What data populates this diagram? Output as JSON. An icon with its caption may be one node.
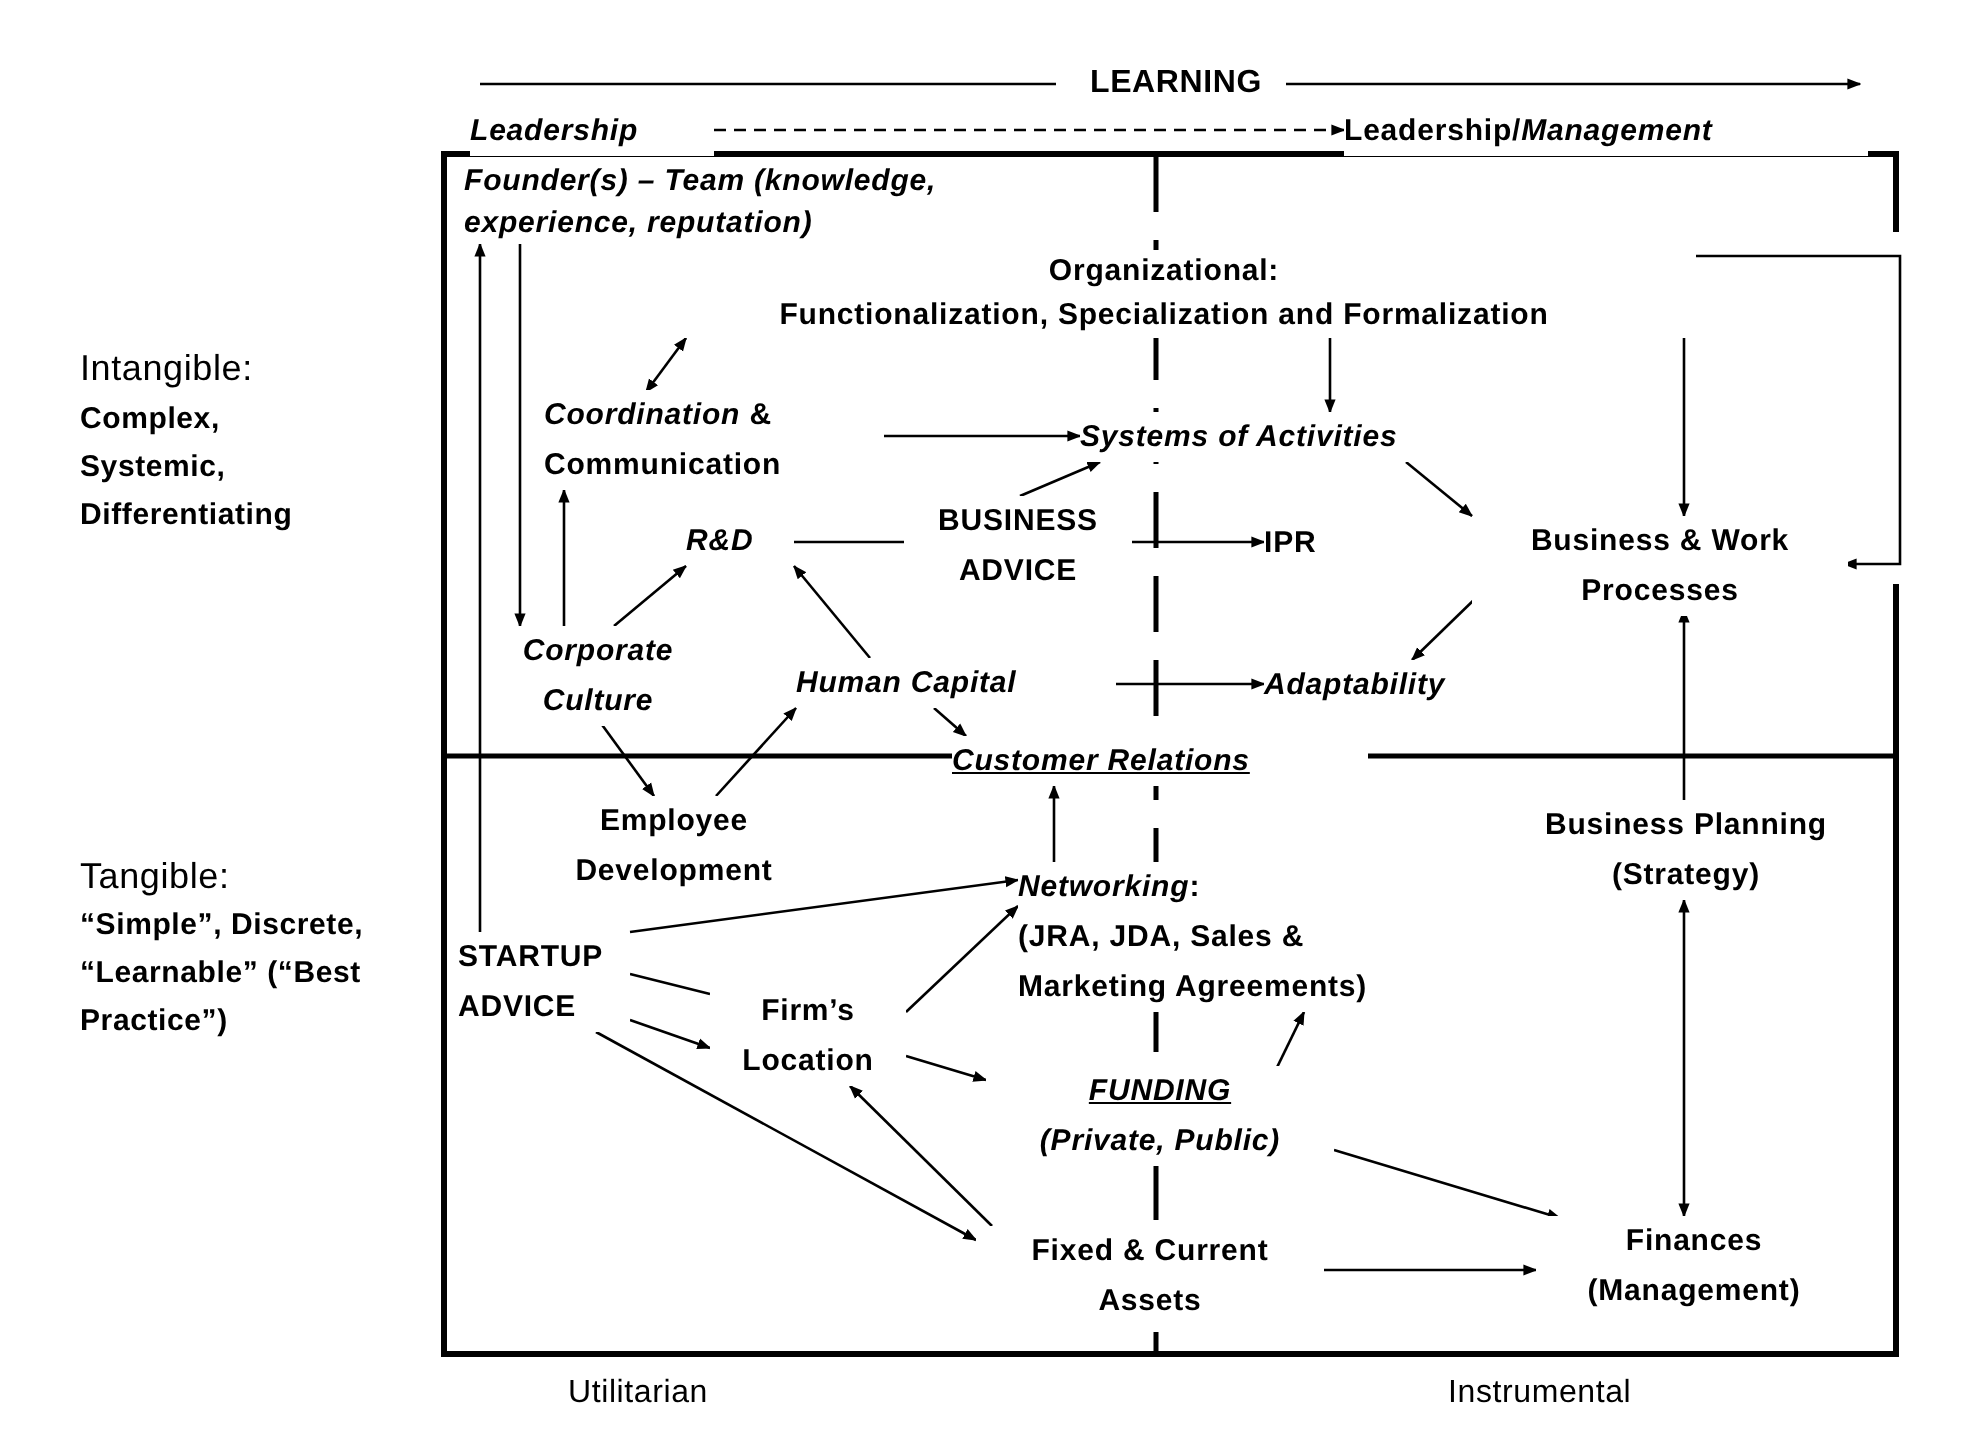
{
  "diagram": {
    "nodes": [
      {
        "text": [
          "Founder(s) – Team (knowledge, experience, reputation)"
        ]
      },
      {
        "text": [
          "Organizational:",
          "Functionalization, Specialization and Formalization"
        ]
      },
      {
        "text": [
          "*Coordination* & Communication"
        ]
      },
      {
        "text": [
          "Systems of Activities"
        ]
      },
      {
        "text": [
          "R&D"
        ]
      },
      {
        "text": [
          "BUSINESS ADVICE"
        ]
      },
      {
        "text": [
          "IPR"
        ]
      },
      {
        "text": [
          "Business & Work Processes"
        ]
      },
      {
        "text": [
          "Corporate Culture"
        ]
      },
      {
        "text": [
          "Human Capital"
        ]
      },
      {
        "text": [
          "Adaptability"
        ]
      },
      {
        "text": [
          "Customer Relations"
        ]
      },
      {
        "text": [
          "Employee Development"
        ]
      },
      {
        "text": [
          "Business Planning (Strategy)"
        ]
      },
      {
        "text": [
          "*Networking*:",
          "(JRA, JDA, Sales & Marketing Agreements)"
        ]
      },
      {
        "text": [
          "STARTUP ADVICE"
        ]
      },
      {
        "text": [
          "Firm’s Location"
        ]
      },
      {
        "text": [
          "FUNDING",
          "(Private, Public)"
        ]
      },
      {
        "text": [
          "Fixed & Current Assets"
        ]
      },
      {
        "text": [
          "Finances (Management)"
        ]
      },
      {
        "text": [
          "Leadership"
        ]
      },
      {
        "text": [
          "Leadership/*Management*"
        ]
      }
    ],
    "edges": [
      {
        "from": 0,
        "to": 8,
        "arrow": "to"
      },
      {
        "from": 8,
        "to": 2,
        "arrow": "to"
      },
      {
        "from": 15,
        "to": 0,
        "arrow": "to"
      },
      {
        "from": 1,
        "to": 2,
        "arrow": "both"
      },
      {
        "from": 1,
        "to": 3,
        "arrow": "to"
      },
      {
        "from": 1,
        "to": 7,
        "arrow": "to"
      },
      {
        "from": 1,
        "to": 7,
        "arrow": "to"
      },
      {
        "from": 2,
        "to": 3,
        "arrow": "to"
      },
      {
        "from": 5,
        "to": 3,
        "arrow": "to"
      },
      {
        "from": 4,
        "to": 5,
        "arrow": "none"
      },
      {
        "from": 5,
        "to": 6,
        "arrow": "to"
      },
      {
        "from": 3,
        "to": 7,
        "arrow": "to"
      },
      {
        "from": 7,
        "to": 10,
        "arrow": "to"
      },
      {
        "from": 8,
        "to": 4,
        "arrow": "to"
      },
      {
        "from": 9,
        "to": 4,
        "arrow": "to"
      },
      {
        "from": 9,
        "to": 10,
        "arrow": "to"
      },
      {
        "from": 9,
        "to": 11,
        "arrow": "to"
      },
      {
        "from": 8,
        "to": 12,
        "arrow": "to"
      },
      {
        "from": 12,
        "to": 9,
        "arrow": "to"
      },
      {
        "from": 13,
        "to": 7,
        "arrow": "to"
      },
      {
        "from": 13,
        "to": 19,
        "arrow": "both"
      },
      {
        "from": 14,
        "to": 11,
        "arrow": "to"
      },
      {
        "from": 15,
        "to": 14,
        "arrow": "to"
      },
      {
        "from": 15,
        "to": 16,
        "arrow": "none"
      },
      {
        "from": 15,
        "to": 16,
        "arrow": "to"
      },
      {
        "from": 15,
        "to": 18,
        "arrow": "to"
      },
      {
        "from": 16,
        "to": 14,
        "arrow": "to"
      },
      {
        "from": 16,
        "to": 17,
        "arrow": "to"
      },
      {
        "from": 18,
        "to": 16,
        "arrow": "to"
      },
      {
        "from": 17,
        "to": 14,
        "arrow": "to"
      },
      {
        "from": 17,
        "to": 19,
        "arrow": "to"
      },
      {
        "from": 18,
        "to": 19,
        "arrow": "to"
      },
      {
        "from": 20,
        "to": 21,
        "arrow": "to",
        "style": "dashed"
      }
    ],
    "labels": [
      "LEARNING",
      "Intangible:",
      "Complex, Systemic, Differentiating",
      "Tangible:",
      "“Simple”, Discrete, “Learnable” (“Best Practice”)",
      "Utilitarian",
      "Instrumental"
    ]
  }
}
